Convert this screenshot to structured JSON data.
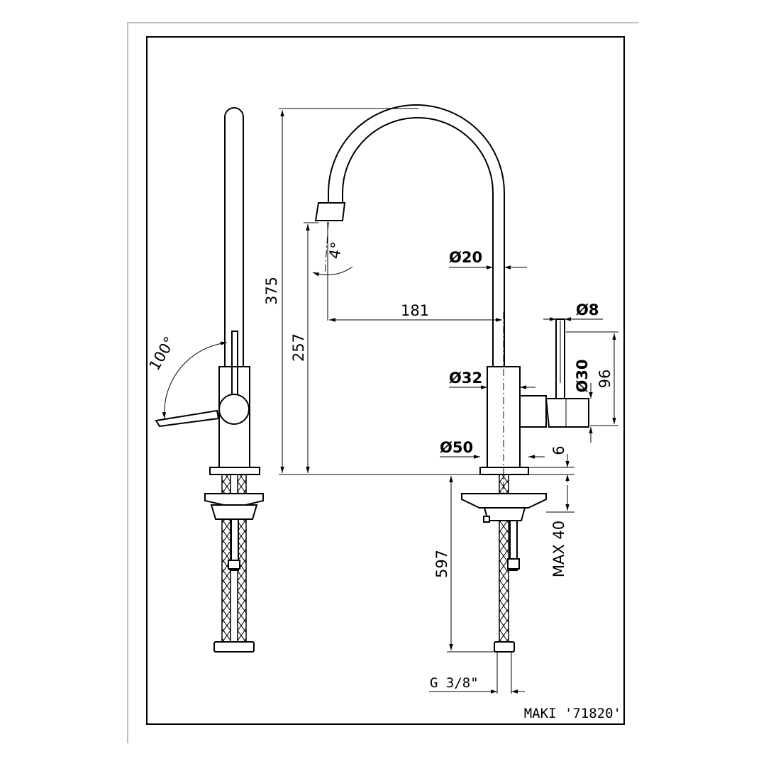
{
  "drawing": {
    "model_label": "MAKI '71820'",
    "dimensions": {
      "total_height": "375",
      "spout_height": "257",
      "spout_reach": "181",
      "below_deck": "597",
      "max_deck": "MAX 40",
      "flange_thickness": "6",
      "lever_length": "96",
      "spout_angle": "4°",
      "lever_rotation": "100°"
    },
    "diameters": {
      "spout": "Ø20",
      "lever": "Ø8",
      "body": "Ø32",
      "lever_hub": "Ø30",
      "base": "Ø50"
    },
    "thread": "G 3/8\""
  }
}
